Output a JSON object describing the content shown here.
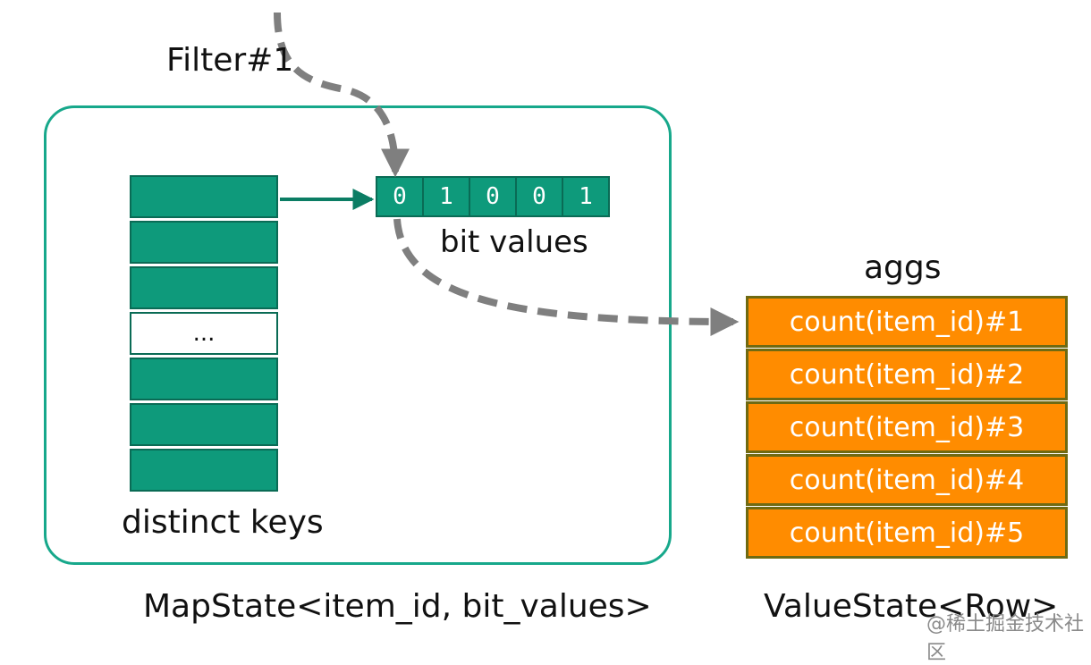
{
  "filter_label": "Filter#1",
  "bit_values_label": "bit values",
  "distinct_keys_label": "distinct keys",
  "aggs_label": "aggs",
  "mapstate_label": "MapState<item_id, bit_values>",
  "valuestate_label": "ValueState<Row>",
  "watermark": "@稀土掘金技术社区",
  "keys": [
    {
      "text": ""
    },
    {
      "text": ""
    },
    {
      "text": ""
    },
    {
      "text": "..."
    },
    {
      "text": ""
    },
    {
      "text": ""
    },
    {
      "text": ""
    }
  ],
  "bits": [
    "0",
    "1",
    "0",
    "0",
    "1"
  ],
  "aggs": [
    "count(item_id)#1",
    "count(item_id)#2",
    "count(item_id)#3",
    "count(item_id)#4",
    "count(item_id)#5"
  ],
  "colors": {
    "teal": "#0e9a7b",
    "teal_border": "#17a88b",
    "orange": "#ff8c00",
    "arrow_gray": "#7f7f7f"
  }
}
